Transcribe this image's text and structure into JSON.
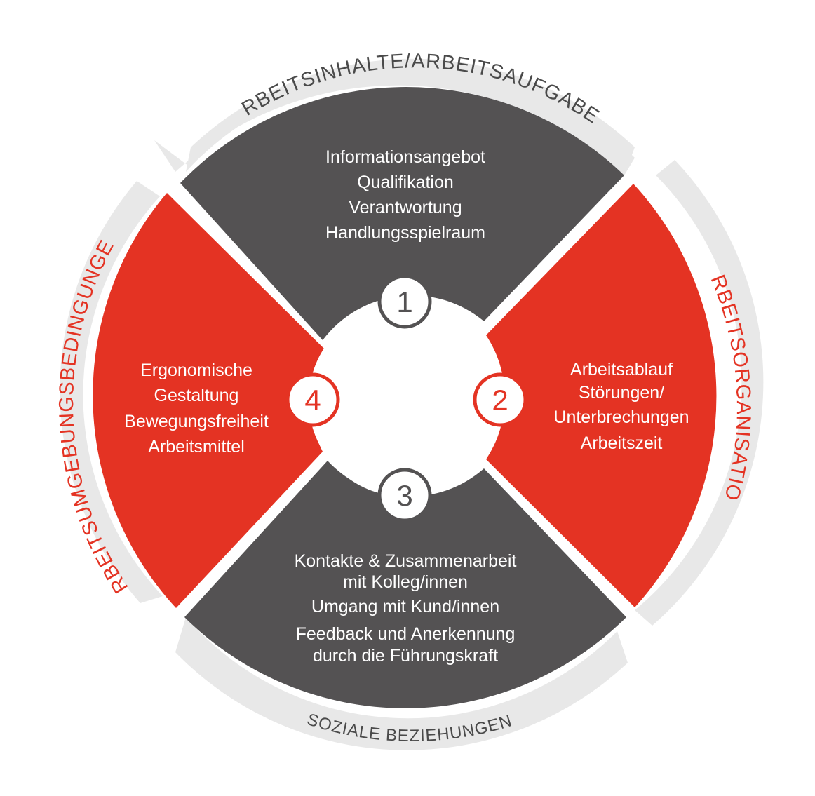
{
  "colors": {
    "dark": "#545253",
    "red": "#e43323",
    "ring": "#e8e8e8",
    "label_dark": "#4a4a4a",
    "white": "#ffffff"
  },
  "outer_labels": {
    "top": "ARBEITSINHALTE/ARBEITSAUFGABEN",
    "right": "ARBEITSORGANISATION",
    "bottom": "SOZIALE BEZIEHUNGEN",
    "left": "ARBEITSUMGEBUNGSBEDINGUNGEN"
  },
  "segments": {
    "top": {
      "number": "1",
      "lines": [
        "Informationsangebot",
        "Qualifikation",
        "Verantwortung",
        "Handlungsspielraum"
      ]
    },
    "right": {
      "number": "2",
      "lines": [
        "Arbeitsablauf",
        "Störungen/",
        "Unterbrechungen",
        "Arbeitszeit"
      ]
    },
    "bottom": {
      "number": "3",
      "lines": [
        "Kontakte & Zusammenarbeit",
        "mit Kolleg/innen",
        "Umgang mit Kund/innen",
        "Feedback und Anerkennung",
        "durch die Führungskraft"
      ]
    },
    "left": {
      "number": "4",
      "lines": [
        "Ergonomische",
        "Gestaltung",
        "Bewegungsfreiheit",
        "Arbeitsmittel"
      ]
    }
  }
}
